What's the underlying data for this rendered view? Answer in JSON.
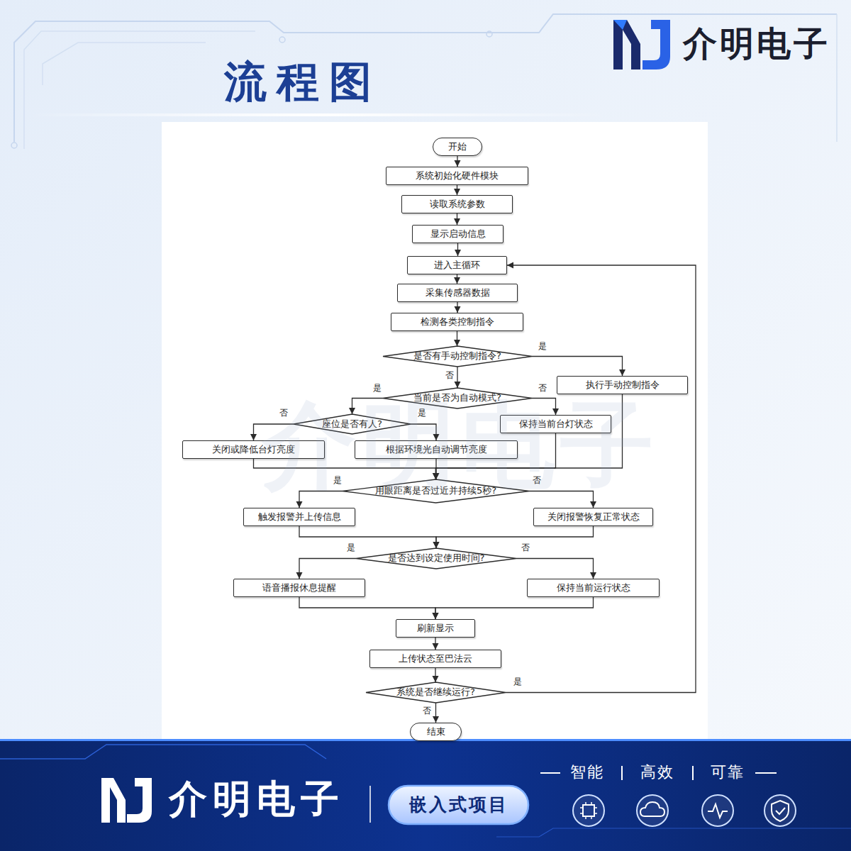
{
  "diagram": {
    "title": "流程图",
    "nodes": [
      {
        "text": [
          "开始"
        ]
      },
      {
        "text": [
          "系统初始化硬件模块"
        ]
      },
      {
        "text": [
          "读取系统参数"
        ]
      },
      {
        "text": [
          "显示启动信息"
        ]
      },
      {
        "text": [
          "进入主循环"
        ]
      },
      {
        "text": [
          "采集传感器数据"
        ]
      },
      {
        "text": [
          "检测各类控制指令"
        ]
      },
      {
        "text": [
          "是否有手动控制指令?"
        ]
      },
      {
        "text": [
          "执行手动控制指令"
        ]
      },
      {
        "text": [
          "当前是否为自动模式?"
        ]
      },
      {
        "text": [
          "保持当前台灯状态"
        ]
      },
      {
        "text": [
          "座位是否有人?"
        ]
      },
      {
        "text": [
          "关闭或降低台灯亮度"
        ]
      },
      {
        "text": [
          "根据环境光自动调节亮度"
        ]
      },
      {
        "text": [
          "用眼距离是否过近并持续5秒?"
        ]
      },
      {
        "text": [
          "触发报警并上传信息"
        ]
      },
      {
        "text": [
          "关闭报警恢复正常状态"
        ]
      },
      {
        "text": [
          "是否达到设定使用时间?"
        ]
      },
      {
        "text": [
          "语音播报休息提醒"
        ]
      },
      {
        "text": [
          "保持当前运行状态"
        ]
      },
      {
        "text": [
          "刷新显示"
        ]
      },
      {
        "text": [
          "上传状态至巴法云"
        ]
      },
      {
        "text": [
          "系统是否继续运行?"
        ]
      },
      {
        "text": [
          "结束"
        ]
      }
    ],
    "edges": [
      {
        "from": 0,
        "to": 1,
        "arrow": "to"
      },
      {
        "from": 1,
        "to": 2,
        "arrow": "to"
      },
      {
        "from": 2,
        "to": 3,
        "arrow": "to"
      },
      {
        "from": 3,
        "to": 4,
        "arrow": "to"
      },
      {
        "from": 4,
        "to": 5,
        "arrow": "to"
      },
      {
        "from": 5,
        "to": 6,
        "arrow": "to"
      },
      {
        "from": 6,
        "to": 7,
        "arrow": "to"
      },
      {
        "from": 7,
        "to": 8,
        "label": "是",
        "arrow": "to"
      },
      {
        "from": 7,
        "to": 9,
        "label": "否",
        "arrow": "to"
      },
      {
        "from": 9,
        "to": 11,
        "label": "是",
        "arrow": "to"
      },
      {
        "from": 9,
        "to": 10,
        "label": "否",
        "arrow": "to"
      },
      {
        "from": 11,
        "to": 12,
        "label": "否",
        "arrow": "to"
      },
      {
        "from": 11,
        "to": 13,
        "label": "是",
        "arrow": "to"
      },
      {
        "from": 12,
        "to": 14,
        "arrow": "to"
      },
      {
        "from": 13,
        "to": 14,
        "arrow": "to"
      },
      {
        "from": 10,
        "to": 14,
        "arrow": "to"
      },
      {
        "from": 8,
        "to": 14,
        "arrow": "to"
      },
      {
        "from": 14,
        "to": 15,
        "label": "是",
        "arrow": "to"
      },
      {
        "from": 14,
        "to": 16,
        "label": "否",
        "arrow": "to"
      },
      {
        "from": 15,
        "to": 17,
        "arrow": "to"
      },
      {
        "from": 16,
        "to": 17,
        "arrow": "to"
      },
      {
        "from": 17,
        "to": 18,
        "label": "是",
        "arrow": "to"
      },
      {
        "from": 17,
        "to": 19,
        "label": "否",
        "arrow": "to"
      },
      {
        "from": 18,
        "to": 20,
        "arrow": "to"
      },
      {
        "from": 19,
        "to": 20,
        "arrow": "to"
      },
      {
        "from": 20,
        "to": 21,
        "arrow": "to"
      },
      {
        "from": 21,
        "to": 22,
        "arrow": "to"
      },
      {
        "from": 22,
        "to": 4,
        "label": "是",
        "arrow": "to"
      },
      {
        "from": 22,
        "to": 23,
        "label": "否",
        "arrow": "to"
      }
    ],
    "labels": [
      "介明电子",
      "介明电子",
      "介明电子",
      "嵌入式项目",
      "智能",
      "高效",
      "可靠"
    ]
  }
}
